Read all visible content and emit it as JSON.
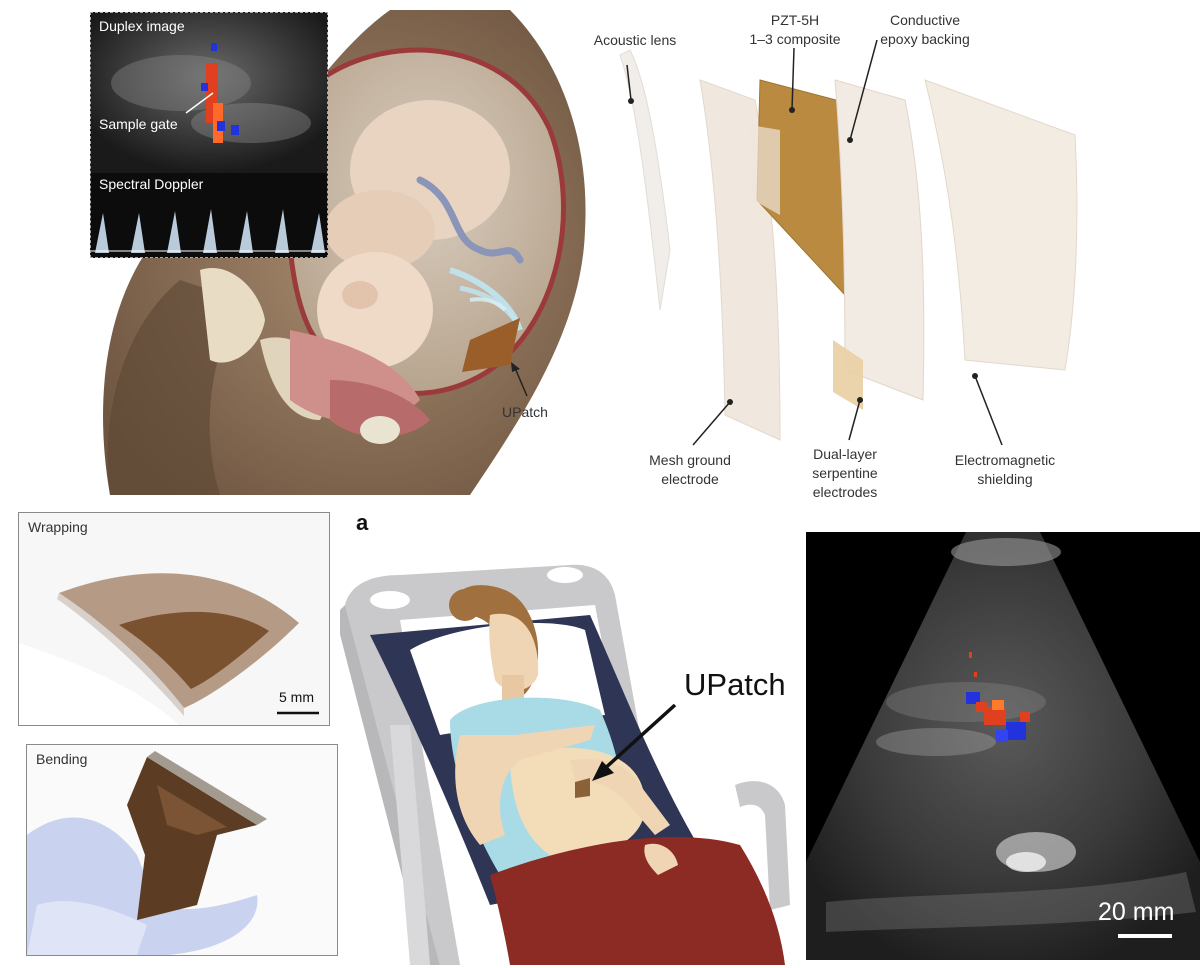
{
  "top_left": {
    "inset_duplex_label": "Duplex image",
    "inset_sample_gate_label": "Sample gate",
    "inset_doppler_label": "Spectral Doppler",
    "upatch_label": "UPatch"
  },
  "layers": {
    "acoustic_lens": "Acoustic lens",
    "pzt_line1": "PZT-5H",
    "pzt_line2": "1–3 composite",
    "epoxy_line1": "Conductive",
    "epoxy_line2": "epoxy backing",
    "mesh_line1": "Mesh ground",
    "mesh_line2": "electrode",
    "serpentine_line1": "Dual-layer",
    "serpentine_line2": "serpentine",
    "serpentine_line3": "electrodes",
    "em_line1": "Electromagnetic",
    "em_line2": "shielding"
  },
  "wrapping": {
    "title": "Wrapping",
    "scale": "5 mm"
  },
  "bending": {
    "title": "Bending"
  },
  "patient": {
    "panel_letter": "a",
    "upatch_label": "UPatch"
  },
  "ultrasound": {
    "scale": "20 mm"
  },
  "colors": {
    "skin_dark": "#7a6048",
    "bed_gray": "#c9c9cb",
    "sheet_red": "#8c2a24",
    "gown_blue": "#a9dbe7",
    "patch_brown": "#8a6139",
    "doppler_red": "#e0401f",
    "doppler_blue": "#2233dd"
  }
}
